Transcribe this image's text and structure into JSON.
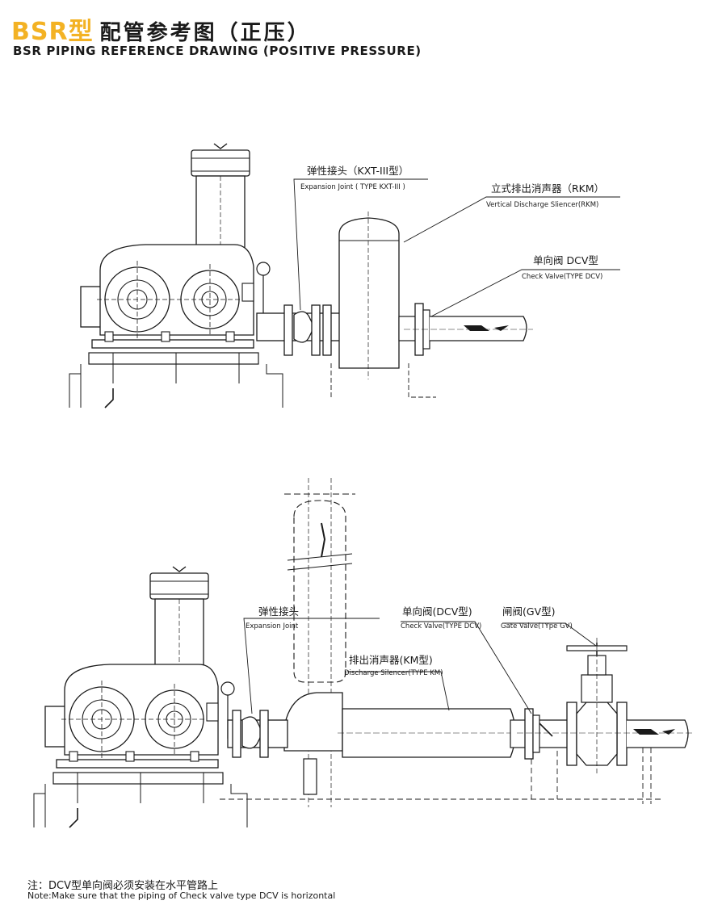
{
  "header": {
    "title_bsr": "BSR型",
    "title_cn": "配管参考图（正压）",
    "subtitle": "BSR PIPING REFERENCE DRAWING (POSITIVE PRESSURE)"
  },
  "diagram_top": {
    "labels": {
      "expansion_joint_cn": "弹性接头（KXT-III型）",
      "expansion_joint_en": "Expansion Joint ( TYPE KXT-III )",
      "vertical_silencer_cn": "立式排出消声器（RKM）",
      "vertical_silencer_en": "Vertical Discharge Sliencer(RKM)",
      "check_valve_cn": "单向阀 DCV型",
      "check_valve_en": "Check Valve(TYPE DCV)"
    }
  },
  "diagram_bottom": {
    "labels": {
      "expansion_joint_cn": "弹性接头",
      "expansion_joint_en": "Expansion Joint",
      "check_valve_cn": "单向阀(DCV型)",
      "check_valve_en": "Check Valve(TYPE DCV)",
      "gate_valve_cn": "闸阀(GV型)",
      "gate_valve_en": "Gate Valve(TYpe GV)",
      "discharge_silencer_cn": "排出消声器(KM型)",
      "discharge_silencer_en": "Discharge Silencer(TYPE KM)"
    }
  },
  "notes": {
    "cn": "注：DCV型单向阀必须安装在水平管路上",
    "en": "Note:Make sure that the piping of Check valve type DCV is horizontal"
  },
  "colors": {
    "accent": "#f3b224",
    "line": "#1a1a1a"
  }
}
